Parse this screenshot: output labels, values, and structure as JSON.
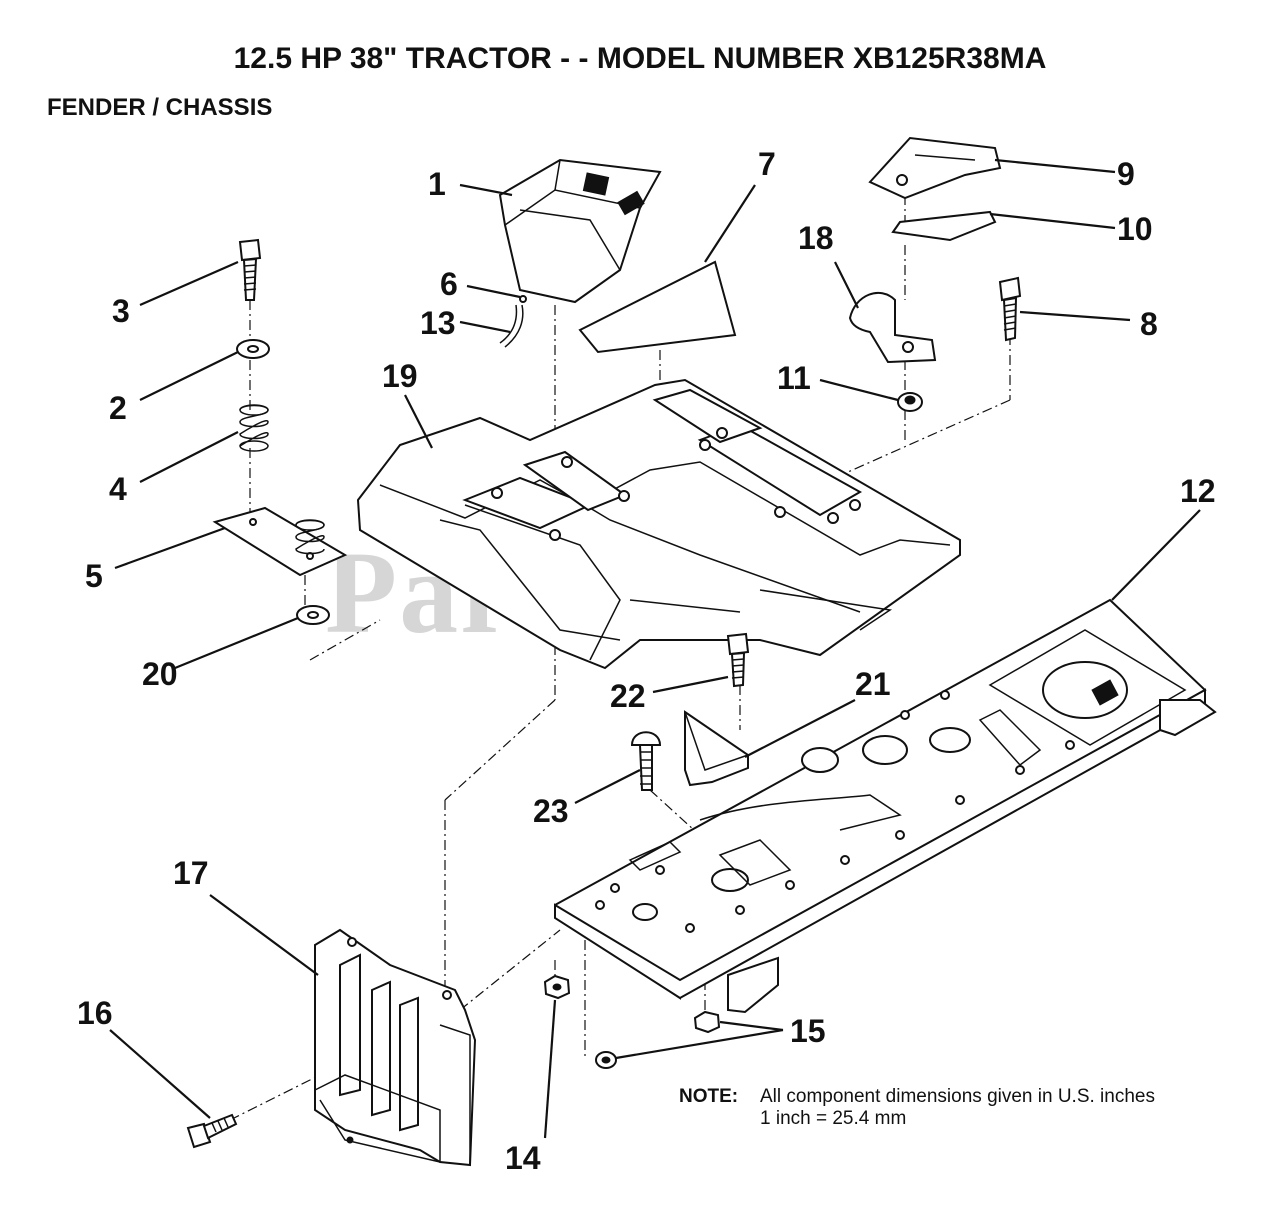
{
  "title": "12.5 HP 38\" TRACTOR - - MODEL NUMBER XB125R38MA",
  "subtitle": "FENDER / CHASSIS",
  "watermark": "PartsTree",
  "callouts": {
    "c1": "1",
    "c2": "2",
    "c3": "3",
    "c4": "4",
    "c5": "5",
    "c6": "6",
    "c7": "7",
    "c8": "8",
    "c9": "9",
    "c10": "10",
    "c11": "11",
    "c12": "12",
    "c13": "13",
    "c14": "14",
    "c15": "15",
    "c16": "16",
    "c17": "17",
    "c18": "18",
    "c19": "19",
    "c20": "20",
    "c21": "21",
    "c22": "22",
    "c23": "23"
  },
  "note": {
    "label": "NOTE:",
    "line1": "All component dimensions given in U.S. inches",
    "line2": "1 inch = 25.4 mm"
  }
}
